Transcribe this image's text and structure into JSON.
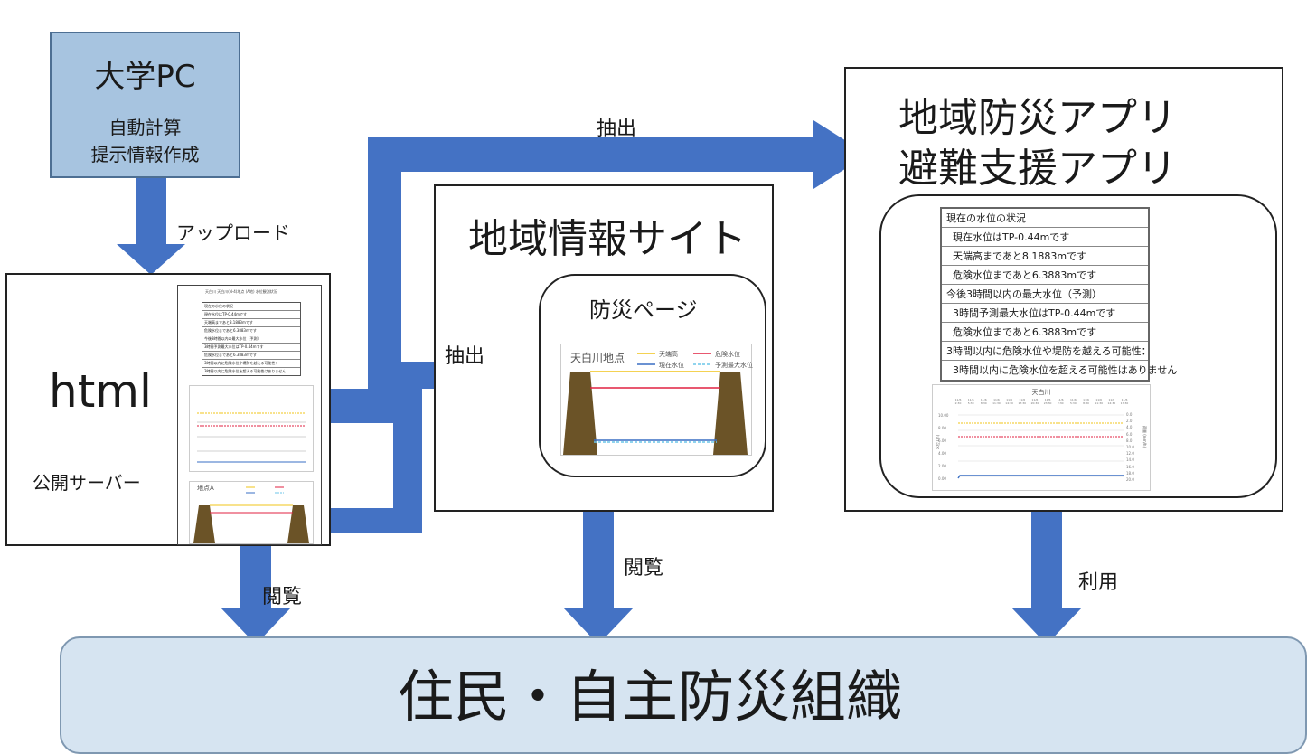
{
  "university": {
    "title": "大学PC",
    "line1": "自動計算",
    "line2": "提示情報作成"
  },
  "upload_label": "アップロード",
  "html_server": {
    "title": "html",
    "server_label": "公開サーバー"
  },
  "extract_top_label": "抽出",
  "extract_mid_label": "抽出",
  "region_site": {
    "title": "地域情報サイト",
    "page_title": "防災ページ",
    "location": "天白川地点"
  },
  "apps": {
    "line1": "地域防災アプリ",
    "line2": "避難支援アプリ"
  },
  "view_label_1": "閲覧",
  "view_label_2": "閲覧",
  "use_label": "利用",
  "residents": "住民・自主防災組織",
  "html_doc": {
    "header": "天白川 天白川(N-4)地点 (A地) 水位観測状況",
    "location": "地点A",
    "rows": [
      "現在の水位の状況",
      "現在水位はTP-0.44mです",
      "天端高まであと8.1883mです",
      "危険水位まであと6.3883mです",
      "今後3時間以内の最大水位（予測）",
      "3時間予測最大水位はTP-0.44mです",
      "危険水位まであと6.3883mです",
      "3時間以内に危険水位や堤防を越える可能性：",
      "3時間以内に危険水位を超える可能性はありません"
    ]
  },
  "app_table": {
    "rows": [
      "現在の水位の状況",
      "現在水位はTP-0.44mです",
      "天端高まであと8.1883mです",
      "危険水位まであと6.3883mです",
      "今後3時間以内の最大水位（予測）",
      "3時間予測最大水位はTP-0.44mです",
      "危険水位まであと6.3883mです",
      "3時間以内に危険水位や堤防を越える可能性：",
      "3時間以内に危険水位を超える可能性はありません"
    ]
  },
  "app_chart": {
    "title": "天白川",
    "y_left_label": "水位 (m)",
    "y_right_label": "雨量 (mm/h)",
    "y_ticks": [
      "10.00",
      "8.00",
      "6.00",
      "4.00",
      "2.00",
      "0.00"
    ],
    "y2_ticks": [
      "0.0",
      "2.0",
      "4.0",
      "6.0",
      "8.0",
      "10.0",
      "12.0",
      "14.0",
      "16.0",
      "18.0",
      "20.0"
    ],
    "x_ticks": [
      "11/6 2:30",
      "11/6 5:30",
      "11/6 8:30",
      "11/6 11:30",
      "11/6 14:30",
      "11/6 17:30",
      "11/6 20:30",
      "11/6 23:30",
      "11/6 2:30",
      "11/6 5:30",
      "11/6 8:30",
      "11/6 11:30",
      "11/6 14:30",
      "11/6 17:30"
    ]
  },
  "legend": {
    "crest": "天端高",
    "danger": "危険水位",
    "current": "現在水位",
    "forecast": "予測最大水位"
  },
  "colors": {
    "arrow": "#4472c4",
    "university_fill": "#a7c4e0",
    "residents_fill": "#d6e4f1",
    "bank": "#6b5327",
    "crest_line": "#f0c419",
    "danger_line": "#e02040",
    "current_line": "#3a6fc4",
    "forecast_line": "#6cc6e8"
  }
}
